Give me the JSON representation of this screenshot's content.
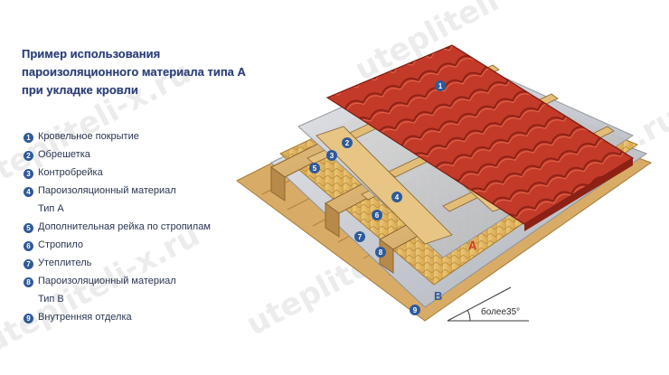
{
  "title": {
    "line1": "Пример использования",
    "line2": "пароизоляционного материала типа А",
    "line3": "при укладке кровли"
  },
  "legend": [
    {
      "num": "1",
      "label": "Кровельное покрытие"
    },
    {
      "num": "2",
      "label": "Обрешетка"
    },
    {
      "num": "3",
      "label": "Контробрейка"
    },
    {
      "num": "4",
      "label": "Пароизоляционный материал"
    },
    {
      "num": "",
      "label": "Тип А"
    },
    {
      "num": "5",
      "label": "Дополнительная рейка по стропилам"
    },
    {
      "num": "6",
      "label": "Стропило"
    },
    {
      "num": "7",
      "label": "Утеплитель"
    },
    {
      "num": "8",
      "label": "Пароизоляционный материал"
    },
    {
      "num": "",
      "label": "Тип В"
    },
    {
      "num": "9",
      "label": "Внутренняя отделка"
    }
  ],
  "diagram": {
    "film_a_letter": "A",
    "film_b_letter": "B",
    "angle_label": "более35°",
    "markers": [
      "1",
      "2",
      "3",
      "4",
      "5",
      "6",
      "7",
      "8",
      "9"
    ]
  },
  "watermark": "utepliteli-x.ru",
  "colors": {
    "tile": "#c0392b",
    "wood": "#d9b070",
    "insulation": "#e2b862",
    "film": "#c9ccd2",
    "title": "#2c3e73",
    "marker": "#2f5a9a"
  }
}
